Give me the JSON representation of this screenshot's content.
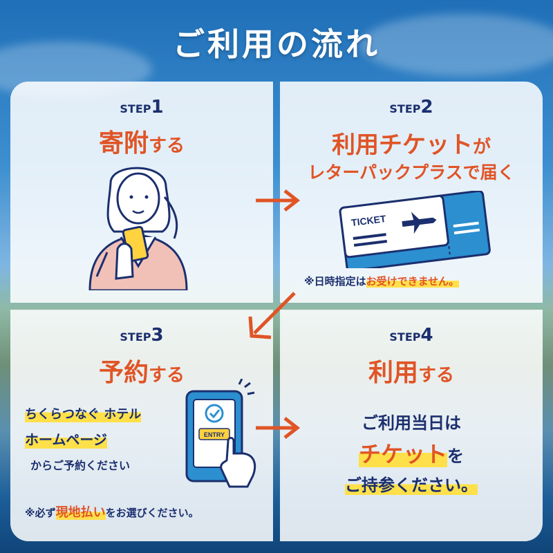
{
  "title": "ご利用の流れ",
  "steps": [
    {
      "label": "STEP",
      "num": "1",
      "heading_main": "寄附",
      "heading_suffix": "する"
    },
    {
      "label": "STEP",
      "num": "2",
      "heading_main": "利用チケット",
      "heading_suffix": "が",
      "heading_line2": "レターパックプラスで届く",
      "note_prefix": "※日時指定は",
      "note_highlight": "お受けできません。",
      "ticket_text": "TICKET"
    },
    {
      "label": "STEP",
      "num": "3",
      "heading_main": "予約",
      "heading_suffix": "する",
      "line1": "ちくらつなぐ ホテル",
      "line2": "ホームページ",
      "line3": "からご予約ください",
      "note_prefix": "※必ず",
      "note_highlight": "現地払い",
      "note_suffix": "をお選びください。",
      "entry_text": "ENTRY"
    },
    {
      "label": "STEP",
      "num": "4",
      "heading_main": "利用",
      "heading_suffix": "する",
      "line1": "ご利用当日は",
      "line2_highlight": "チケット",
      "line2_suffix": "を",
      "line3": "ご持参ください。"
    }
  ],
  "colors": {
    "accent": "#e05426",
    "navy": "#1b2f6e",
    "highlight": "#ffe04a",
    "blue": "#2b8fd0"
  }
}
